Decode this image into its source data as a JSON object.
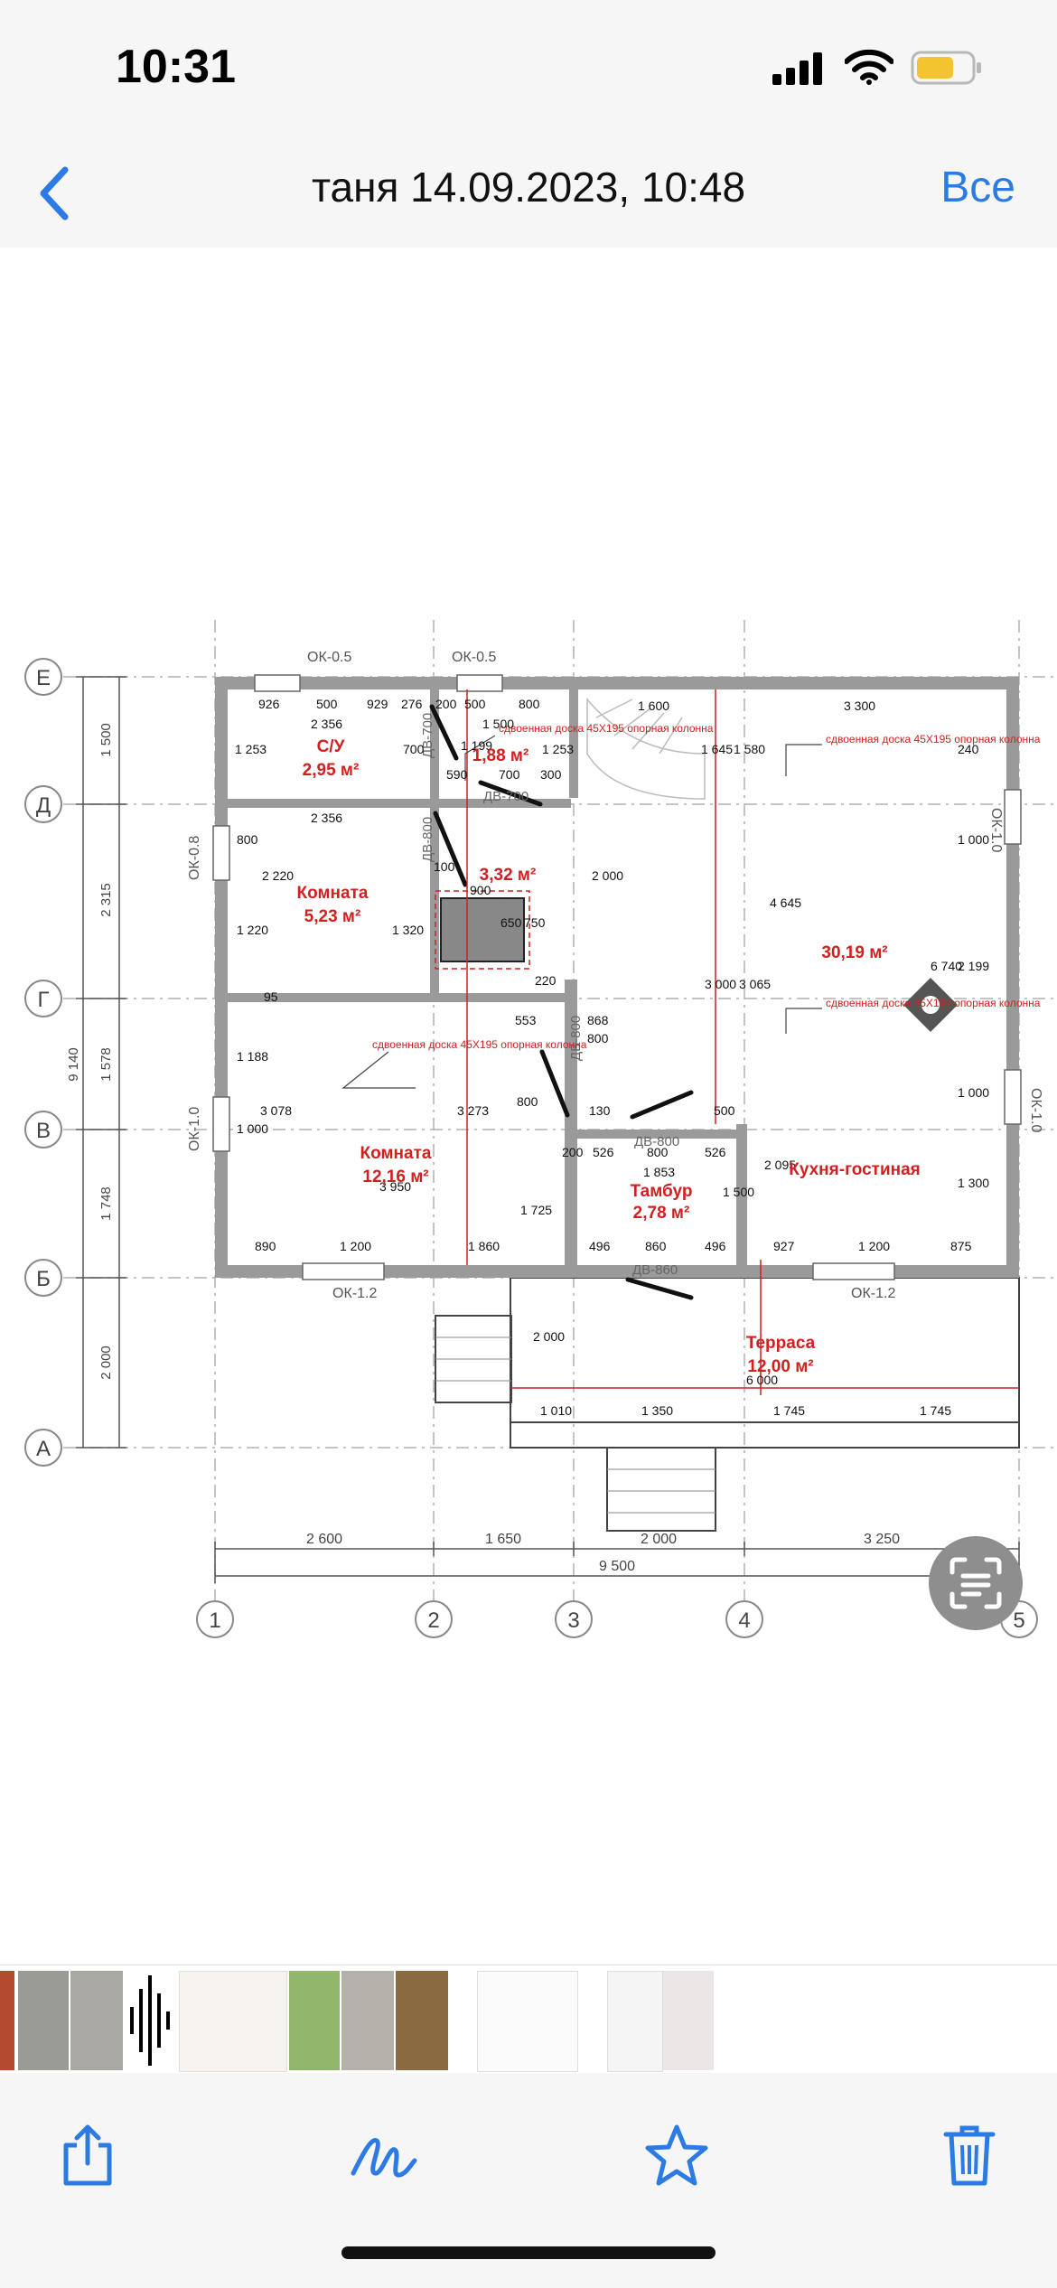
{
  "status_bar": {
    "time": "10:31"
  },
  "nav": {
    "back_label": "",
    "title": "таня 14.09.2023, 10:48",
    "all_label": "Все"
  },
  "floor_plan": {
    "rooms": [
      {
        "name": "С/У",
        "area": "2,95 м²"
      },
      {
        "name": "",
        "area": "1,88 м²"
      },
      {
        "name": "Комната",
        "area": "5,23 м²"
      },
      {
        "name": "",
        "area": "3,32 м²"
      },
      {
        "name": "Кухня-гостиная",
        "area": "30,19 м²"
      },
      {
        "name": "Комната",
        "area": "12,16 м²"
      },
      {
        "name": "Тамбур",
        "area": "2,78 м²"
      },
      {
        "name": "Терраса",
        "area": "12,00 м²"
      }
    ],
    "axes_rows": [
      "Е",
      "Д",
      "Г",
      "В",
      "Б",
      "А"
    ],
    "axes_cols": [
      "1",
      "2",
      "3",
      "4",
      "5"
    ],
    "windows": [
      "ОК-0.5",
      "ОК-0.5",
      "ОК-0.8",
      "ОК-1.0",
      "ОК-1.0",
      "ОК-1.0",
      "ОК-1.2",
      "ОК-1.2"
    ],
    "doors": [
      "ДВ-700",
      "ДВ-800",
      "ДВ-800",
      "ДВ-800",
      "ДВ-860",
      "ДВ-700"
    ],
    "column_note": "сдвоенная доска 45Х195 опорная колонна",
    "bottom_dims": [
      "2 600",
      "1 650",
      "2 000",
      "3 250"
    ],
    "total_width": "9 500",
    "left_dims": [
      "1 500",
      "2 315",
      "1 578",
      "1 748",
      "2 000"
    ],
    "total_height": "9 140",
    "interior_dims": [
      "926",
      "500",
      "929",
      "276",
      "200",
      "500",
      "800",
      "1 600",
      "3 300",
      "2 356",
      "1 500",
      "1 253",
      "700",
      "1 199",
      "1 253",
      "1 580",
      "1 645",
      "240",
      "590",
      "700",
      "300",
      "2 356",
      "800",
      "2 220",
      "1 220",
      "1 320",
      "100",
      "900",
      "650",
      "750",
      "2 000",
      "4 645",
      "3 065",
      "3 000",
      "1 000",
      "6 740",
      "2 199",
      "1 000",
      "220",
      "868",
      "553",
      "95",
      "1 188",
      "3 078",
      "1 000",
      "800",
      "3 273",
      "130",
      "800",
      "500",
      "2 095",
      "1 300",
      "200",
      "526",
      "800",
      "526",
      "1 853",
      "1 500",
      "1 725",
      "3 950",
      "890",
      "1 200",
      "1 860",
      "496",
      "860",
      "496",
      "927",
      "1 200",
      "875",
      "2 000",
      "6 000",
      "1 010",
      "1 350",
      "1 745",
      "1 745"
    ]
  },
  "toolbar": {
    "share": "share-icon",
    "markup": "markup-icon",
    "favorite": "star-icon",
    "delete": "trash-icon"
  },
  "colors": {
    "accent": "#2c7be5",
    "plan_red": "#d02020",
    "wall": "#9a9a9a"
  }
}
